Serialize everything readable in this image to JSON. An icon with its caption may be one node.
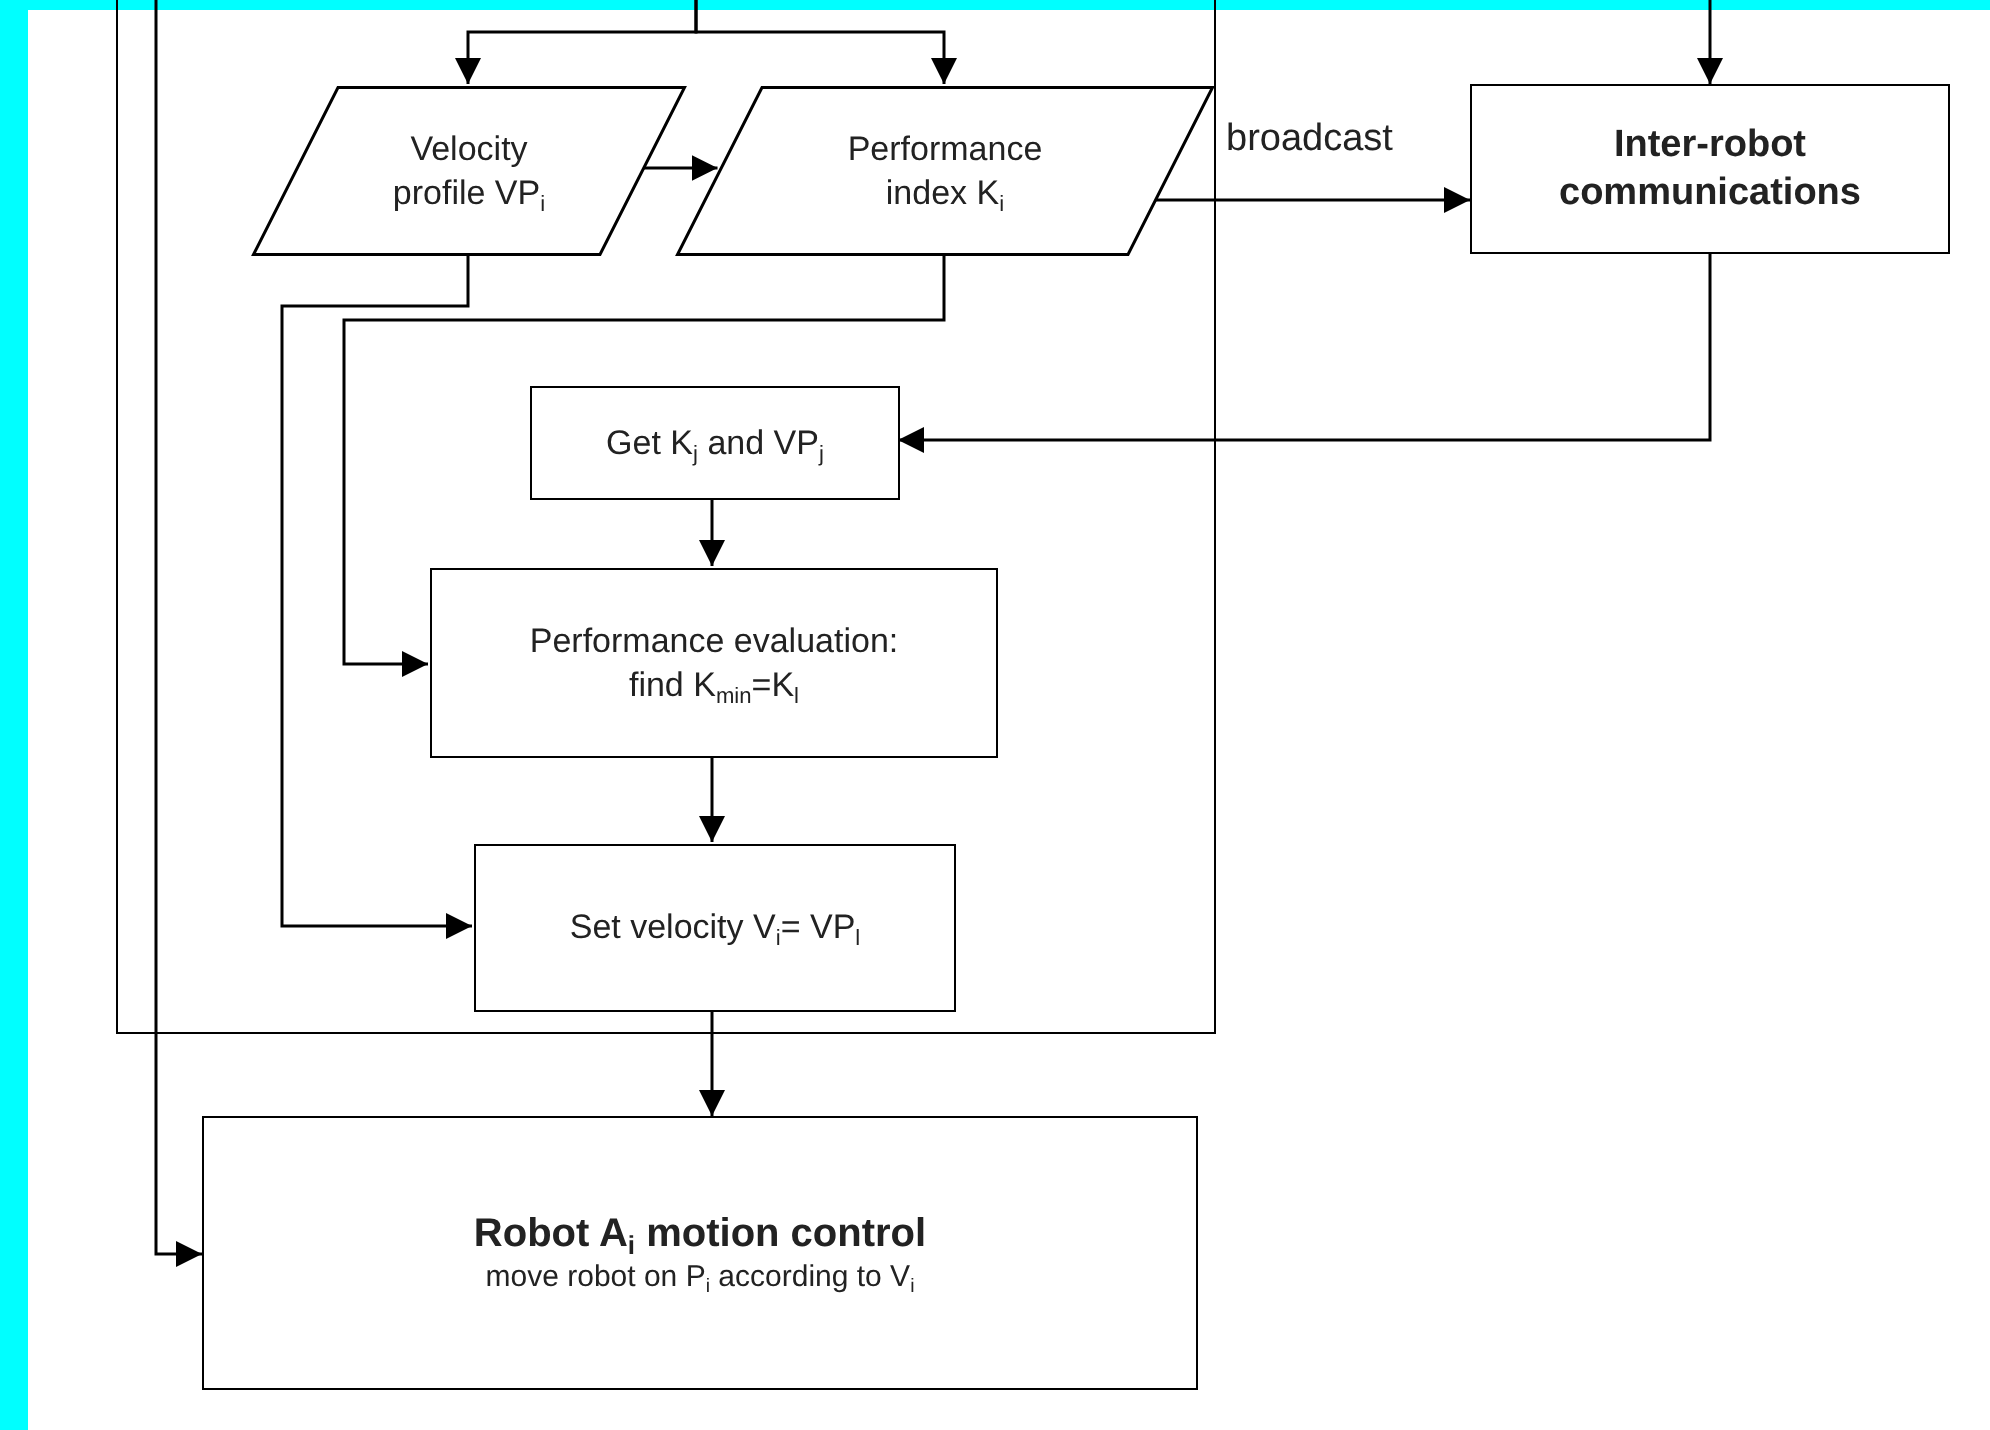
{
  "diagram": {
    "nodes": [
      {
        "text": [],
        "shape": "box"
      },
      {
        "text": [
          "Velocity profile VP$_{i}$"
        ],
        "in": 0
      },
      {
        "text": [
          "Performance index K$_{i}$"
        ],
        "in": 0
      },
      {
        "text": [
          "Inter-robot communications"
        ]
      },
      {
        "text": [
          "Get K$_{j}$ and VP$_{j}$"
        ],
        "in": 0
      },
      {
        "text": [
          "Performance evaluation: find K$_{min}$=K$_{l}$"
        ],
        "in": 0
      },
      {
        "text": [
          "Set velocity V$_{i}$= VP$_{l}$"
        ],
        "in": 0
      },
      {
        "text": [
          "Robot A$_{i}$ motion control",
          "move robot on P$_{i}$ according to V$_{i}$"
        ]
      }
    ],
    "edges": [
      {
        "from": null,
        "to": 1,
        "arrow": "to"
      },
      {
        "from": null,
        "to": 2,
        "arrow": "to"
      },
      {
        "from": 1,
        "to": 2,
        "arrow": "to"
      },
      {
        "from": 2,
        "to": 3,
        "arrow": "to",
        "label": "broadcast"
      },
      {
        "from": null,
        "to": 3,
        "arrow": "to"
      },
      {
        "from": 3,
        "to": 4,
        "arrow": "to"
      },
      {
        "from": 4,
        "to": 5,
        "arrow": "to"
      },
      {
        "from": 2,
        "to": 5,
        "arrow": "to"
      },
      {
        "from": 1,
        "to": 6,
        "arrow": "to"
      },
      {
        "from": 5,
        "to": 6,
        "arrow": "to"
      },
      {
        "from": 6,
        "to": 7,
        "arrow": "to"
      },
      {
        "from": null,
        "to": 7,
        "arrow": "to"
      }
    ]
  }
}
